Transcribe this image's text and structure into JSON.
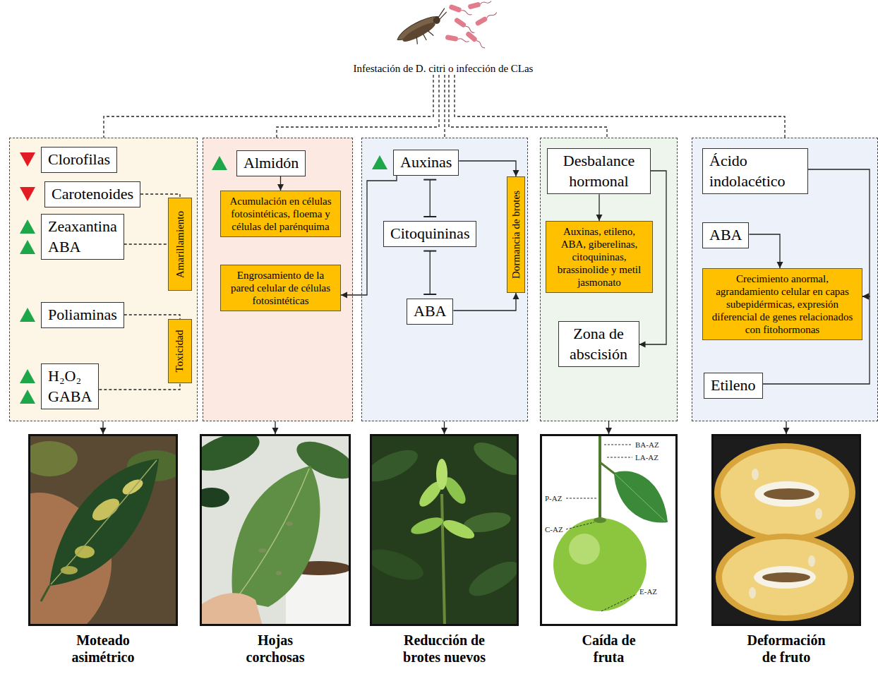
{
  "diagram": {
    "nodes": [
      {
        "text": [
          "Infestación de D. citri o infección de CLas"
        ]
      },
      {
        "text": []
      },
      {
        "text": [
          "Clorofilas"
        ],
        "in": 1
      },
      {
        "text": [
          "Carotenoides"
        ],
        "in": 1
      },
      {
        "text": [
          "Zeaxantina",
          "ABA"
        ],
        "in": 1
      },
      {
        "text": [
          "Amarillamiento"
        ],
        "in": 1
      },
      {
        "text": [
          "Poliaminas"
        ],
        "in": 1
      },
      {
        "text": [
          "Toxicidad"
        ],
        "in": 1
      },
      {
        "text": [
          "H₂O₂",
          "GABA"
        ],
        "in": 1
      },
      {
        "text": []
      },
      {
        "text": [
          "Almidón"
        ],
        "in": 9
      },
      {
        "text": [
          "Acumulación en células fotosintéticas, floema y células del parénquima"
        ],
        "in": 9
      },
      {
        "text": [
          "Engrosamiento de la pared celular de células fotosintéticas"
        ],
        "in": 9
      },
      {
        "text": []
      },
      {
        "text": [
          "Auxinas"
        ],
        "in": 13
      },
      {
        "text": [
          "Dormancia de brotes"
        ],
        "in": 13
      },
      {
        "text": [
          "Citoquininas"
        ],
        "in": 13
      },
      {
        "text": [
          "ABA"
        ],
        "in": 13
      },
      {
        "text": []
      },
      {
        "text": [
          "Desbalance hormonal"
        ],
        "in": 18
      },
      {
        "text": [
          "Auxinas, etileno, ABA, giberelinas, citoquininas, brassinolide y metil jasmonato"
        ],
        "in": 18
      },
      {
        "text": [
          "Zona de abscisión"
        ],
        "in": 18
      },
      {
        "text": []
      },
      {
        "text": [
          "Ácido indolacético"
        ],
        "in": 22
      },
      {
        "text": [
          "ABA"
        ],
        "in": 22
      },
      {
        "text": [
          "Crecimiento anormal, agrandamiento celular en capas subepidérmicas, expresión diferencial de genes relacionados con fitohormonas"
        ],
        "in": 22
      },
      {
        "text": [
          "Etileno"
        ],
        "in": 22
      },
      {
        "text": [
          "Moteado asimétrico"
        ]
      },
      {
        "text": [
          "Hojas corchosas"
        ]
      },
      {
        "text": [
          "Reducción de brotes nuevos"
        ]
      },
      {
        "text": [
          "Caída de fruta"
        ]
      },
      {
        "text": [
          "Deformación de fruto"
        ]
      }
    ],
    "edges": [
      {
        "from": 0,
        "to": 1,
        "arrow": "none"
      },
      {
        "from": 0,
        "to": 9,
        "arrow": "none"
      },
      {
        "from": 0,
        "to": 13,
        "arrow": "none"
      },
      {
        "from": 0,
        "to": 18,
        "arrow": "none"
      },
      {
        "from": 0,
        "to": 22,
        "arrow": "none"
      },
      {
        "from": 3,
        "to": 5,
        "arrow": "none"
      },
      {
        "from": 4,
        "to": 5,
        "arrow": "none"
      },
      {
        "from": 6,
        "to": 7,
        "arrow": "none"
      },
      {
        "from": 8,
        "to": 7,
        "arrow": "none"
      },
      {
        "from": 10,
        "to": 11,
        "arrow": "to"
      },
      {
        "from": 14,
        "to": 12,
        "arrow": "to"
      },
      {
        "from": 14,
        "to": 16,
        "arrow": "both"
      },
      {
        "from": 16,
        "to": 17,
        "arrow": "both"
      },
      {
        "from": 14,
        "to": 15,
        "arrow": "to"
      },
      {
        "from": 17,
        "to": 15,
        "arrow": "to"
      },
      {
        "from": 19,
        "to": 20,
        "arrow": "to"
      },
      {
        "from": 19,
        "to": 21,
        "arrow": "to"
      },
      {
        "from": 23,
        "to": 25,
        "arrow": "to"
      },
      {
        "from": 24,
        "to": 25,
        "arrow": "to"
      },
      {
        "from": 26,
        "to": 25,
        "arrow": "to"
      },
      {
        "from": 1,
        "to": 27,
        "arrow": "to"
      },
      {
        "from": 9,
        "to": 28,
        "arrow": "to"
      },
      {
        "from": 13,
        "to": 29,
        "arrow": "to"
      },
      {
        "from": 18,
        "to": 30,
        "arrow": "to"
      },
      {
        "from": 22,
        "to": 31,
        "arrow": "to"
      }
    ],
    "labels": [
      "BA-AZ",
      "LA-AZ",
      "P-AZ",
      "C-AZ",
      "E-AZ"
    ]
  }
}
